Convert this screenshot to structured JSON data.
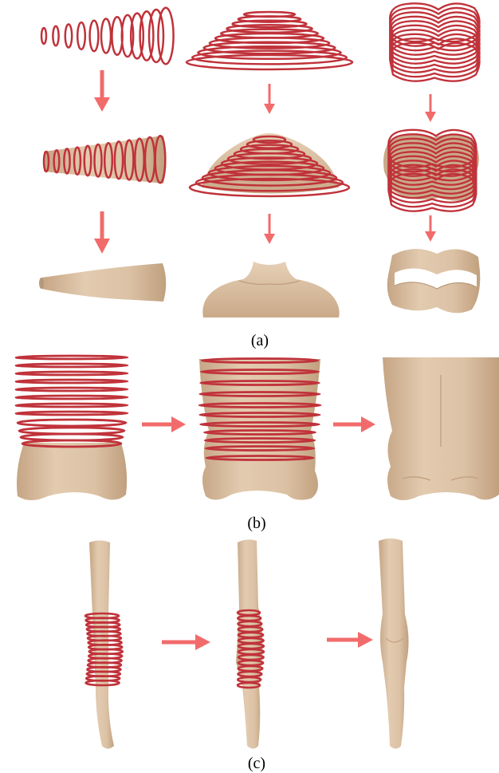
{
  "captions": {
    "a": "(a)",
    "b": "(b)",
    "c": "(c)"
  },
  "colors": {
    "curve": "#c0323a",
    "arrow": "#f26b6b",
    "skin": "#ddc3a6",
    "skin_shade": "#c9ab8b"
  },
  "panels": {
    "a": {
      "columns": [
        "cone",
        "shoulders",
        "waist-band"
      ],
      "stages": [
        "input-curves",
        "curves-on-surface",
        "reconstructed-surface"
      ]
    },
    "b": {
      "subject": "torso",
      "stages": [
        "input-curves",
        "curves-on-surface",
        "reconstructed-surface"
      ]
    },
    "c": {
      "subject": "leg",
      "stages": [
        "input-curves",
        "curves-on-surface",
        "reconstructed-surface"
      ]
    }
  }
}
